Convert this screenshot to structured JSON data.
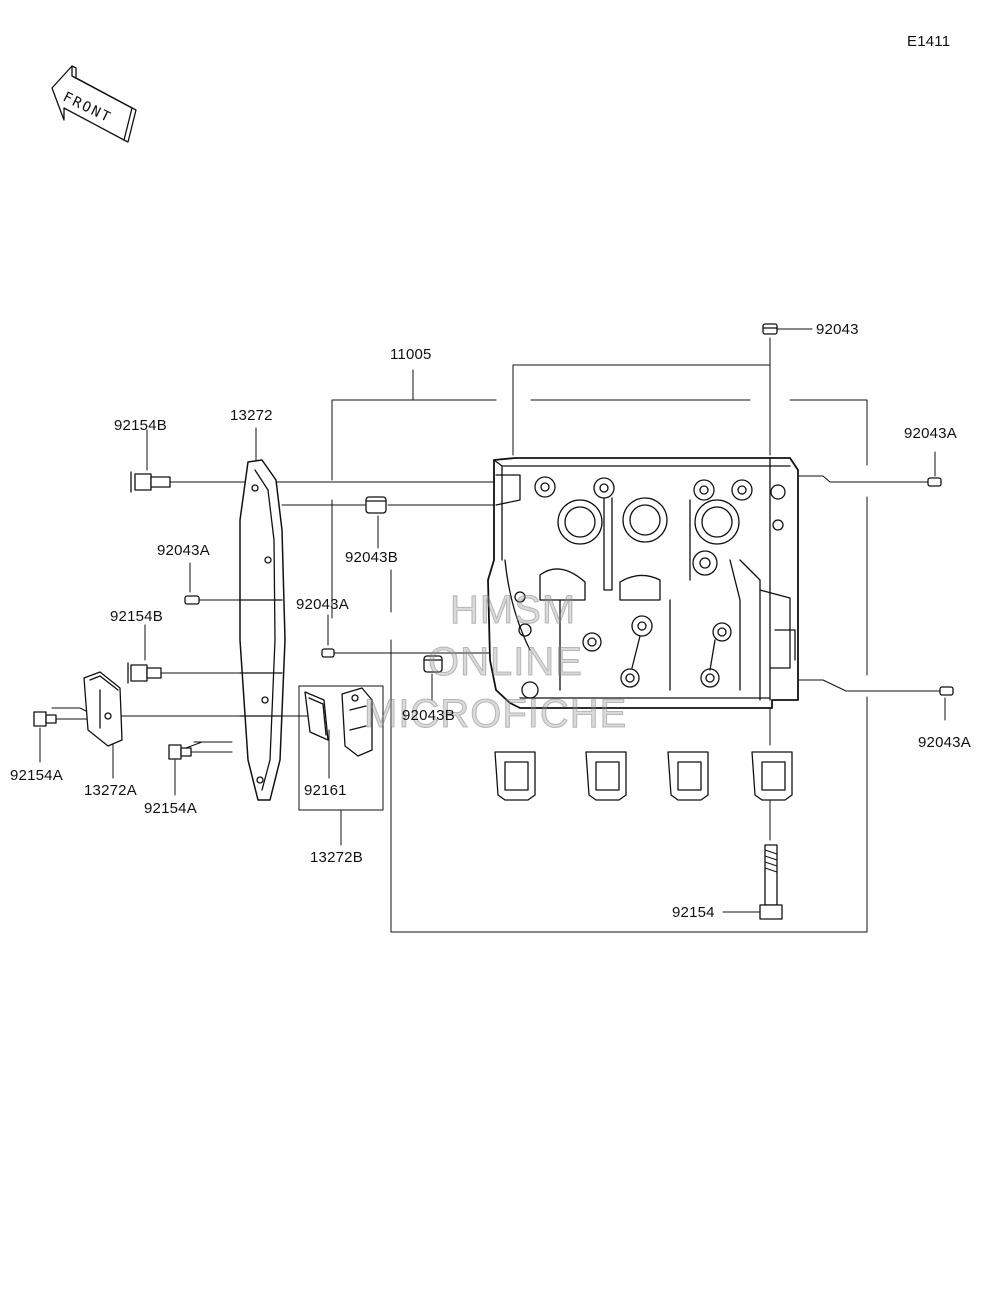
{
  "diagram_code": "E1411",
  "front_label": "FRONT",
  "parts": {
    "crankcase": "11005",
    "plug_top": "92043",
    "dowel_right_upper": "92043A",
    "dowel_right_lower": "92043A",
    "gasket": "13272",
    "bolt_upper_left": "92154B",
    "dowel_left": "92043A",
    "dowel_b_upper": "92043B",
    "dowel_mid": "92043A",
    "bolt_mid_left": "92154B",
    "dowel_b_lower": "92043B",
    "bolt_far_left": "92154A",
    "plate_a": "13272A",
    "bolt_lower_left": "92154A",
    "seal": "92161",
    "plate_b": "13272B",
    "bolt_bottom": "92154"
  },
  "watermark": [
    "HMSM",
    "ONLINE",
    "MICROFICHE"
  ]
}
